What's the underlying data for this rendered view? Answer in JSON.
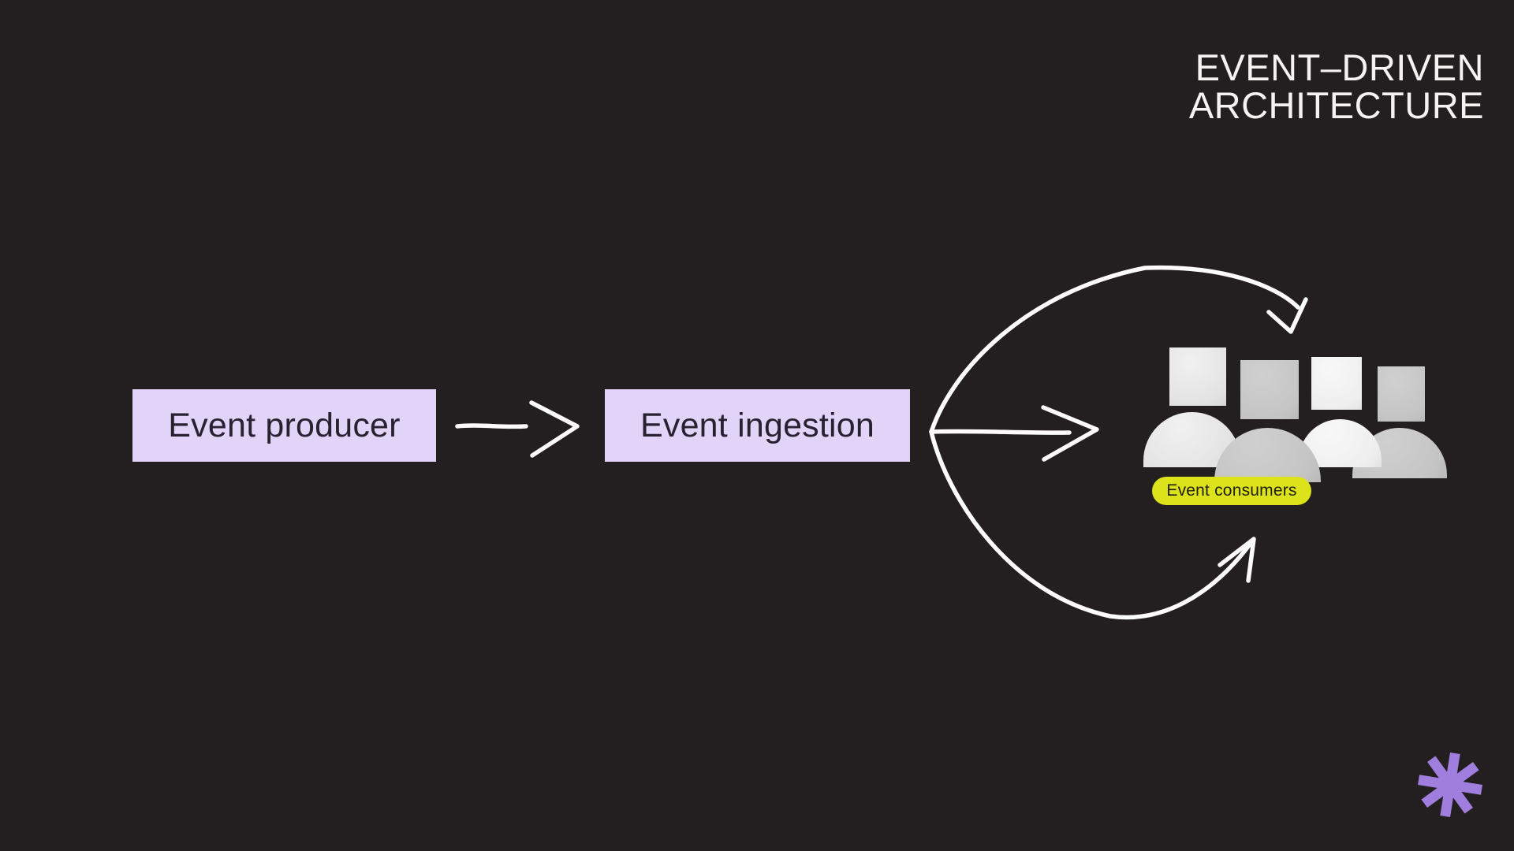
{
  "title": {
    "line1": "EVENT–DRIVEN",
    "line2": "ARCHITECTURE"
  },
  "diagram": {
    "type": "flow-diagram",
    "nodes": [
      {
        "id": "event-producer",
        "label": "Event producer",
        "shape": "rectangle",
        "fill": "#e2d4f8"
      },
      {
        "id": "event-ingestion",
        "label": "Event ingestion",
        "shape": "rectangle",
        "fill": "#e2d4f8"
      },
      {
        "id": "event-consumers",
        "label": "Event consumers",
        "shape": "pill-badge-with-people-icons",
        "fill": "#dce31a",
        "people_count": 4
      }
    ],
    "edges": [
      {
        "from": "event-producer",
        "to": "event-ingestion",
        "style": "hand-drawn-straight-arrow"
      },
      {
        "from": "event-ingestion",
        "to": "event-consumers",
        "style": "hand-drawn-curved-arrow-over-top"
      },
      {
        "from": "event-ingestion",
        "to": "event-consumers",
        "style": "hand-drawn-straight-arrow"
      },
      {
        "from": "event-ingestion",
        "to": "event-consumers",
        "style": "hand-drawn-curved-arrow-under-bottom"
      }
    ]
  },
  "logo": {
    "icon": "asterisk",
    "color": "#a07edd"
  },
  "colors": {
    "background": "#231f20",
    "title_text": "#f5f2f2",
    "node_fill": "#e2d4f8",
    "node_text": "#272130",
    "arrow": "#fbfbfb",
    "consumers_pill": "#dce31a",
    "pill_text": "#1e1e10",
    "person_light": "#ececec",
    "person_lighter": "#f3f3f3",
    "person_gray": "#c7c7c7"
  }
}
